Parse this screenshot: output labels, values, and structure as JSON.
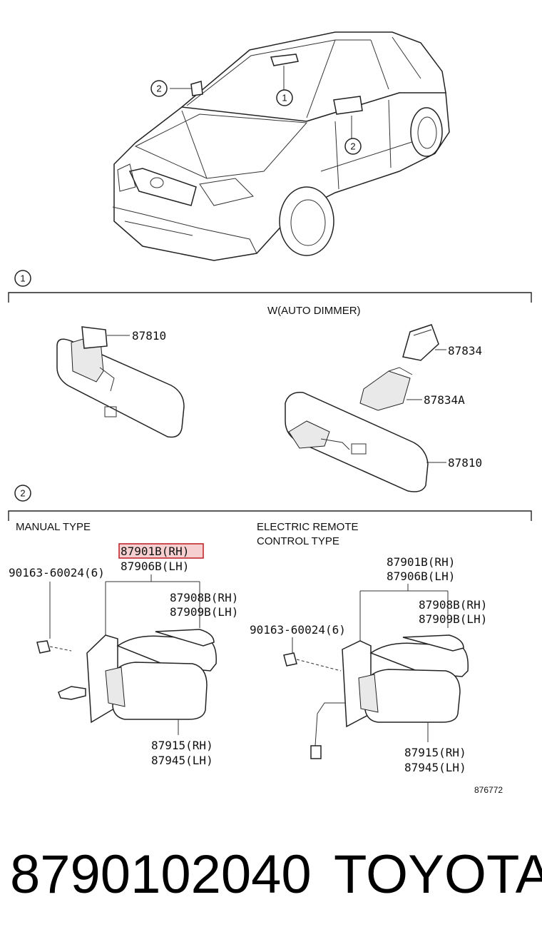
{
  "callouts": {
    "one": "1",
    "two": "2"
  },
  "section1": {
    "index": "1",
    "variant_label": "W(AUTO DIMMER)",
    "parts": {
      "inner_mirror_left": "87810",
      "cover": "87834",
      "cover_a": "87834A",
      "inner_mirror_right": "87810"
    }
  },
  "section2": {
    "index": "2",
    "manual_label": "MANUAL TYPE",
    "electric_label_line1": "ELECTRIC REMOTE",
    "electric_label_line2": "CONTROL TYPE",
    "manual": {
      "highlighted_part": "87901B(RH)",
      "part_lh": "87906B(LH)",
      "screw": "90163-60024(6)",
      "cover_rh": "87908B(RH)",
      "cover_lh": "87909B(LH)",
      "glass_rh": "87915(RH)",
      "glass_lh": "87945(LH)"
    },
    "electric": {
      "part_rh": "87901B(RH)",
      "part_lh": "87906B(LH)",
      "screw": "90163-60024(6)",
      "cover_rh": "87908B(RH)",
      "cover_lh": "87909B(LH)",
      "glass_rh": "87915(RH)",
      "glass_lh": "87945(LH)"
    },
    "figure_code": "876772"
  },
  "footer": {
    "part_number": "8790102040",
    "brand": "TOYOTA"
  },
  "colors": {
    "highlight_stroke": "#c0282d",
    "highlight_fill": "#f6d0d0",
    "ink": "#222222"
  }
}
